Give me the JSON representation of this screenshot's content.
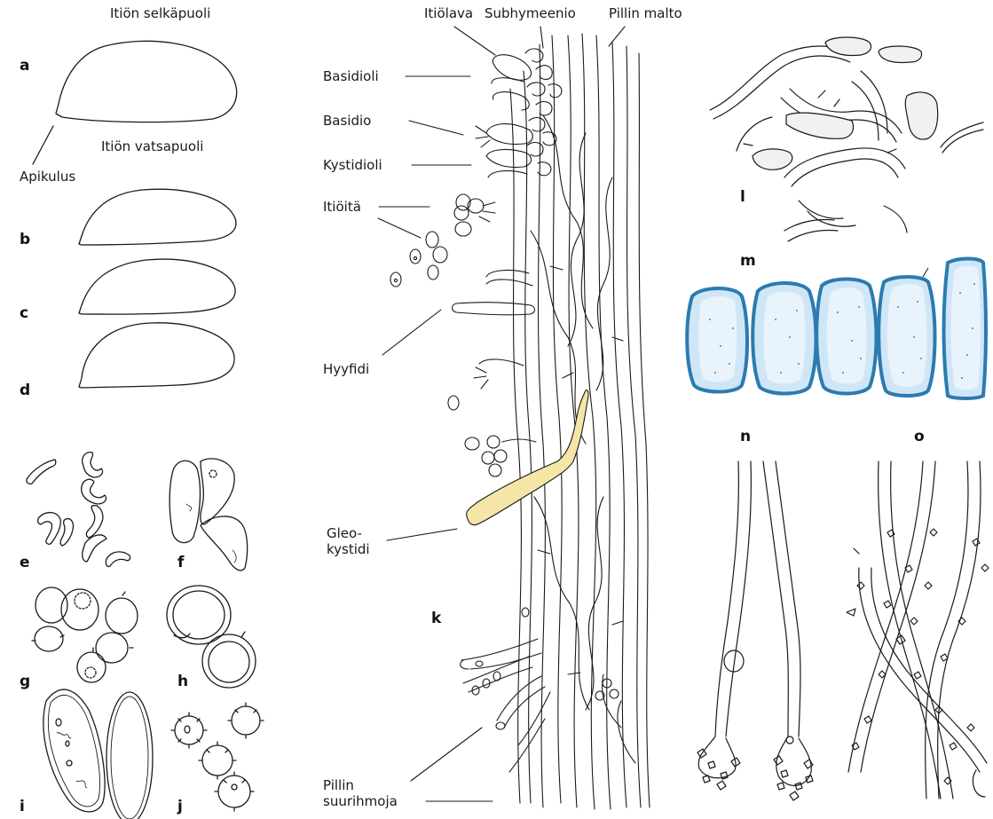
{
  "labels": {
    "dorsal": "Itiön selkäpuoli",
    "ventral": "Itiön vatsapuoli",
    "apiculus": "Apikulus",
    "sterigma": "Itiölava",
    "subhymenium": "Subhymeenio",
    "trama": "Pillin malto",
    "basidioles": "Basidioli",
    "basidium": "Basidio",
    "cystidioles": "Kystidioli",
    "spores": "Itiöitä",
    "hyphidia": "Hyyfidi",
    "gleo_1": "Gleo-",
    "gleo_2": "kystidi",
    "tube_1": "Pillin",
    "tube_2": "suurihmoja"
  },
  "panels": {
    "a": "a",
    "b": "b",
    "c": "c",
    "d": "d",
    "e": "e",
    "f": "f",
    "g": "g",
    "h": "h",
    "i": "i",
    "j": "j",
    "k": "k",
    "l": "l",
    "m": "m",
    "n": "n",
    "o": "o"
  },
  "colors": {
    "ink": "#1a1a1a",
    "gloeocystidium_fill": "#f5e6a8",
    "cell_wall": "#2b7bb0",
    "cell_fill": "#cfe6f7",
    "cell_inner": "#e8f3fb"
  }
}
